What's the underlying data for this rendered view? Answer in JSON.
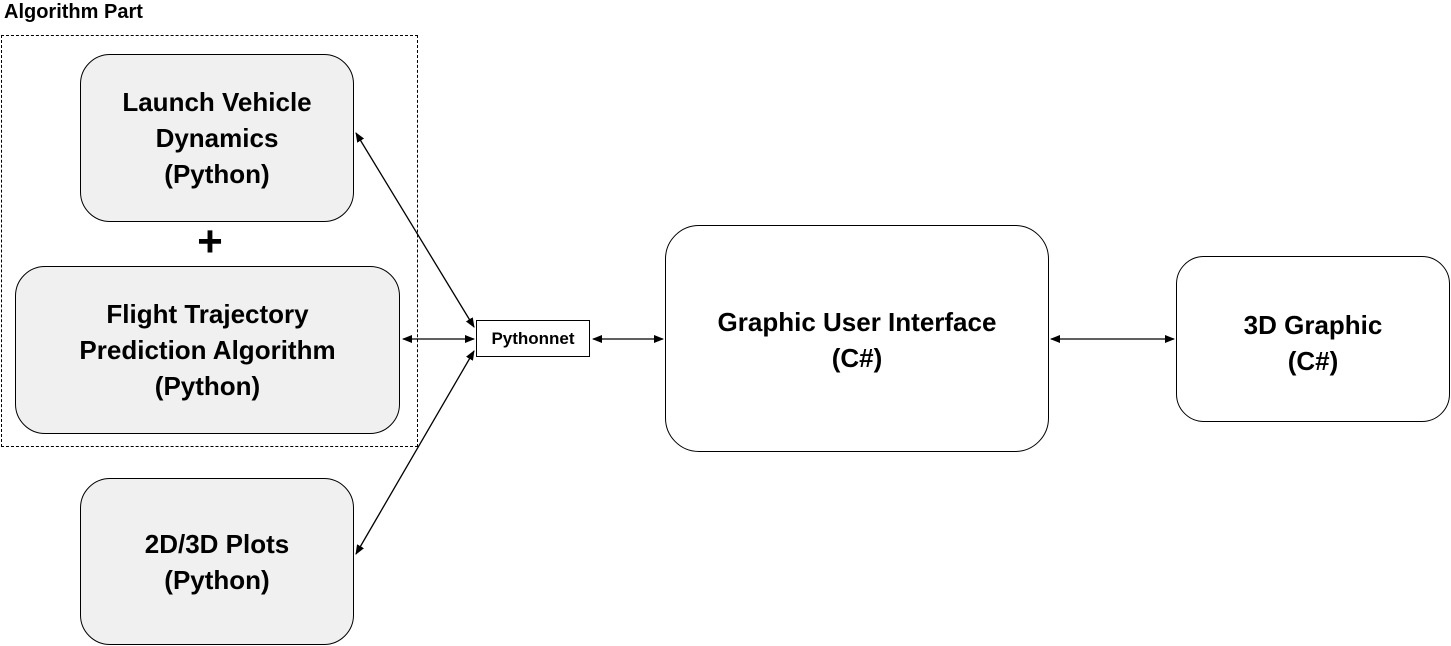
{
  "group": {
    "title": "Algorithm Part"
  },
  "nodes": {
    "launch_vehicle_dynamics": "Launch Vehicle\nDynamics\n(Python)",
    "flight_trajectory": "Flight Trajectory\nPrediction Algorithm\n(Python)",
    "plots": "2D/3D Plots\n(Python)",
    "pythonnet": "Pythonnet",
    "gui": "Graphic User Interface\n(C#)",
    "graphic_3d": "3D Graphic\n(C#)"
  },
  "plus_symbol": "+",
  "edges": [
    {
      "from": "launch_vehicle_dynamics",
      "to": "pythonnet",
      "direction": "both"
    },
    {
      "from": "flight_trajectory",
      "to": "pythonnet",
      "direction": "both"
    },
    {
      "from": "plots",
      "to": "pythonnet",
      "direction": "both"
    },
    {
      "from": "pythonnet",
      "to": "gui",
      "direction": "both"
    },
    {
      "from": "gui",
      "to": "graphic_3d",
      "direction": "both"
    }
  ]
}
